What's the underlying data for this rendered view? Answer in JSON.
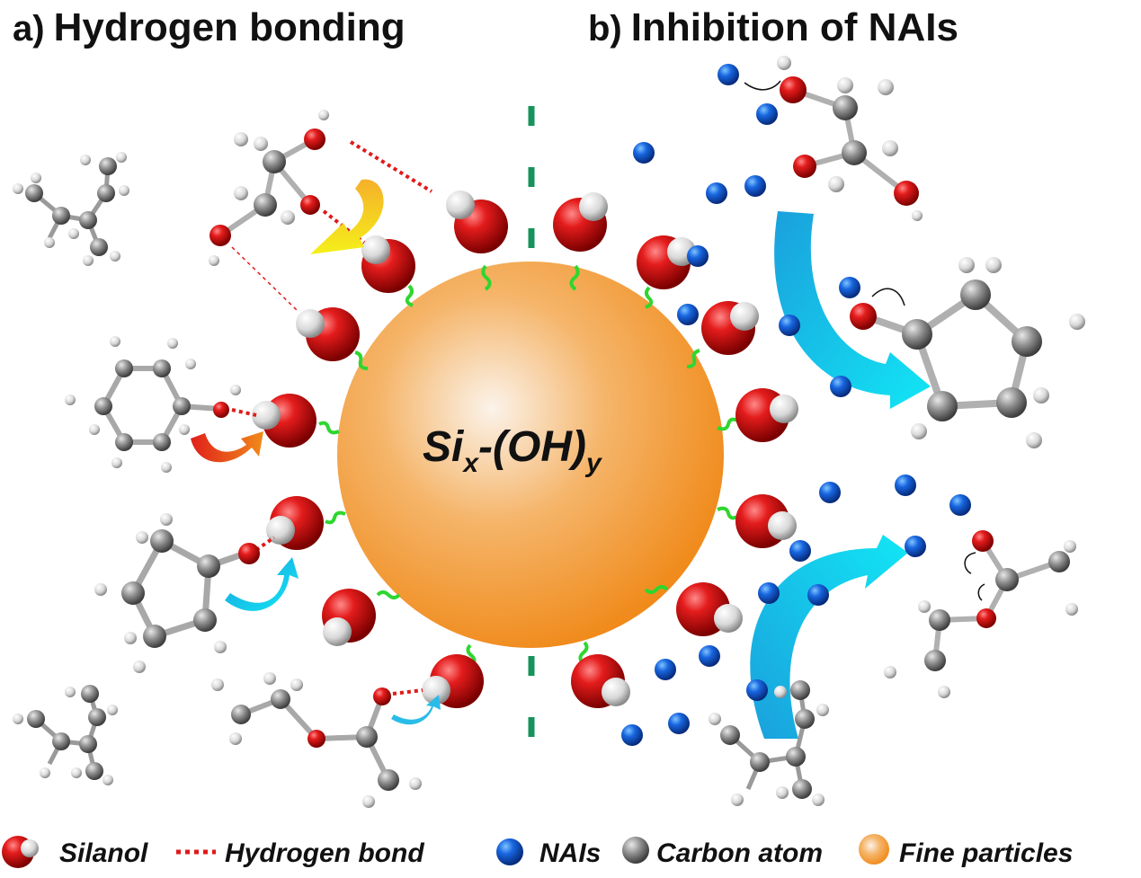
{
  "panel_a": {
    "letter": "a)",
    "title": "Hydrogen bonding"
  },
  "panel_b": {
    "letter": "b)",
    "title": "Inhibition of NAIs"
  },
  "center": {
    "base": "Si",
    "sub_x": "x",
    "mid": "-(OH)",
    "sub_y": "y"
  },
  "legend": {
    "silanol": "Silanol",
    "hydrogen_bond": "Hydrogen bond",
    "nais": "NAIs",
    "carbon_atom": "Carbon atom",
    "fine_particles": "Fine particles"
  },
  "colors": {
    "oxygen": "#d41418",
    "hydrogen": "#e6e6e6",
    "carbon": "#8c8c8c",
    "nai": "#1a63d6",
    "particle": "#f5962a",
    "divider": "#16935a",
    "linker": "#2fd62f",
    "hbond": "#e01a1a"
  }
}
